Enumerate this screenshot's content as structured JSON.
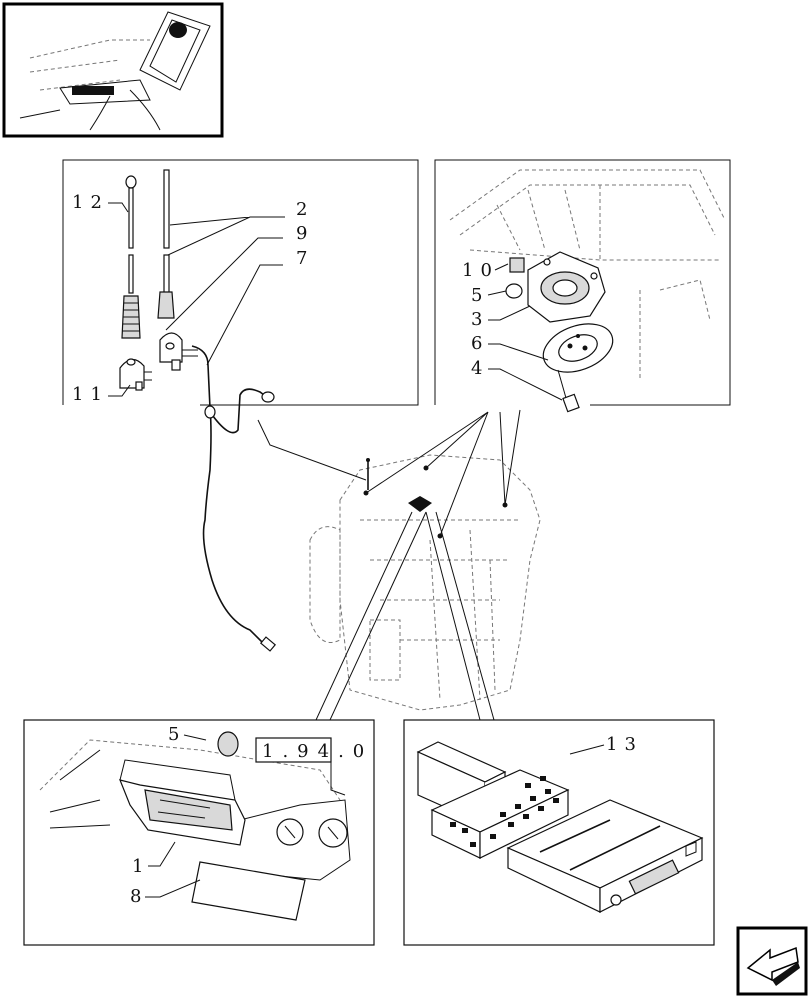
{
  "callouts": {
    "c12": "12",
    "c2": "2",
    "c9": "9",
    "c7": "7",
    "c11": "11",
    "c10": "10",
    "c5a": "5",
    "c3": "3",
    "c6": "6",
    "c4": "4",
    "c5b": "5",
    "c1": "1",
    "c8": "8",
    "c13": "13"
  },
  "reference_box": "1.94.0",
  "icons": {
    "locator": "cab-roof-locator-icon",
    "nav": "next-page-arrow-icon"
  }
}
